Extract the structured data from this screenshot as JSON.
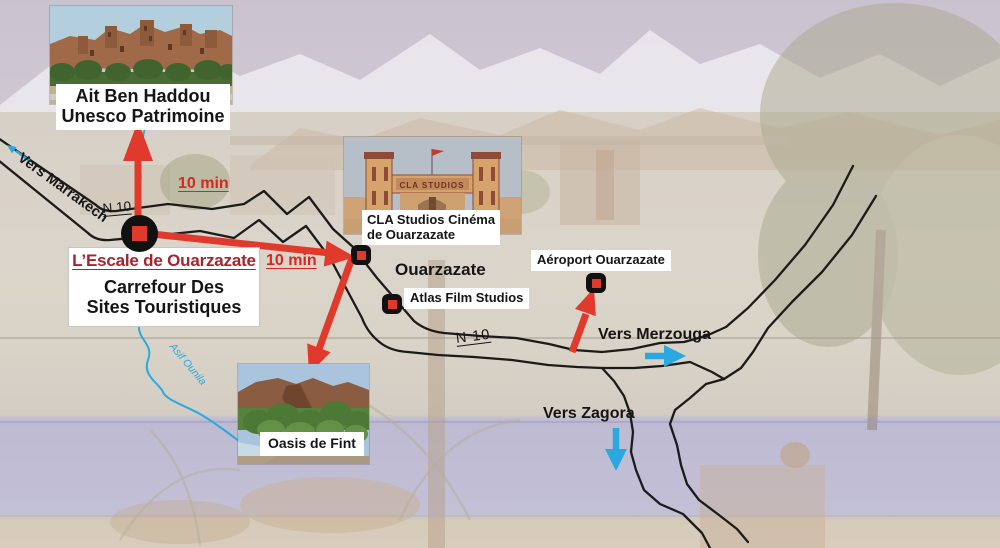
{
  "pois": {
    "ait_ben_haddou": {
      "line1": "Ait Ben Haddou",
      "line2": "Unesco Patrimoine"
    },
    "escale": {
      "title": "L’Escale de Ouarzazate",
      "line1": "Carrefour Des",
      "line2": "Sites Touristiques"
    },
    "cla_studios": {
      "line1": "CLA Studios Cinéma",
      "line2": "de Ouarzazate",
      "gate_sign": "CLA STUDIOS"
    },
    "city": {
      "label": "Ouarzazate"
    },
    "atlas_film": {
      "label": "Atlas Film Studios"
    },
    "airport": {
      "label": "Aéroport Ouarzazate"
    },
    "oasis": {
      "label": "Oasis de Fint"
    }
  },
  "directions": {
    "marrakech": "Vers Marrakech",
    "merzouga": "Vers Merzouga",
    "zagora": "Vers Zagora"
  },
  "roads": {
    "n10_west": "N 10",
    "n10_east": "N 10"
  },
  "river": {
    "label": "Asif  Ounila"
  },
  "travel_times": {
    "ait_ben_haddou": "10 min",
    "cla_studios": "10 min"
  },
  "colors": {
    "red_arrow": "#e03a2c",
    "title_red": "#a6242b",
    "blue": "#2aa9e0",
    "road": "#1b1b1b"
  }
}
